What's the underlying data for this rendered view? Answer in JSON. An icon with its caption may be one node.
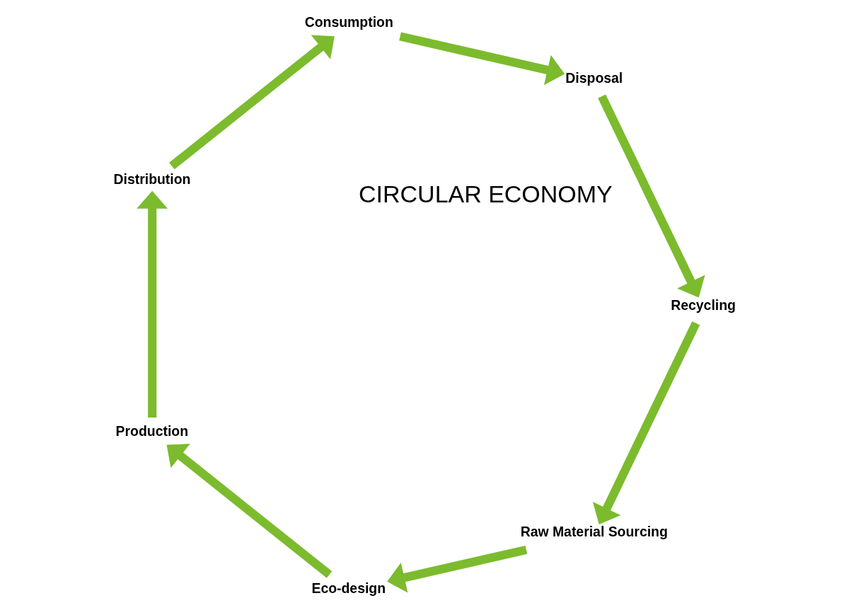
{
  "diagram": {
    "nodes": [
      {
        "text": [
          "Raw Material Sourcing"
        ]
      },
      {
        "text": [
          "Eco-design"
        ]
      },
      {
        "text": [
          "Production"
        ]
      },
      {
        "text": [
          "Distribution"
        ]
      },
      {
        "text": [
          "Consumption"
        ]
      },
      {
        "text": [
          "Disposal"
        ]
      },
      {
        "text": [
          "Recycling"
        ]
      }
    ],
    "edges": [
      {
        "from": 0,
        "to": 1,
        "arrow": "to"
      },
      {
        "from": 1,
        "to": 2,
        "arrow": "to"
      },
      {
        "from": 2,
        "to": 3,
        "arrow": "to"
      },
      {
        "from": 3,
        "to": 4,
        "arrow": "to"
      },
      {
        "from": 4,
        "to": 5,
        "arrow": "to"
      },
      {
        "from": 5,
        "to": 6,
        "arrow": "to"
      },
      {
        "from": 6,
        "to": 0,
        "arrow": "to"
      }
    ],
    "labels": [
      "CIRCULAR ECONOMY"
    ]
  }
}
